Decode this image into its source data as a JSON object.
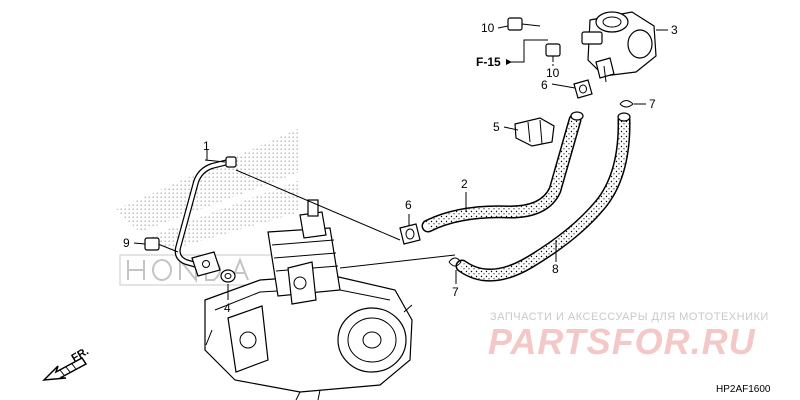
{
  "callouts": {
    "c1": "1",
    "c2": "2",
    "c3": "3",
    "c4": "4",
    "c5": "5",
    "c6a": "6",
    "c6b": "6",
    "c7a": "7",
    "c7b": "7",
    "c8": "8",
    "c9": "9",
    "c10a": "10",
    "c10b": "10"
  },
  "reference": "F-15",
  "front_marker": "FR.",
  "diagram_code": "HP2AF1600",
  "watermark": {
    "caption": "ЗАПЧАСТИ И АКСЕССУАРЫ ДЛЯ МОТОТЕХНИКИ",
    "brand": "PARTSFOR.RU"
  },
  "icons": {
    "front_arrow": "arrow-icon",
    "honda_wing": "honda-wing-logo"
  },
  "colors": {
    "line": "#000000",
    "watermark_brand": "#f5c8c8",
    "watermark_caption": "#c9c9c9",
    "logo_dots": "#bdbdbd"
  }
}
